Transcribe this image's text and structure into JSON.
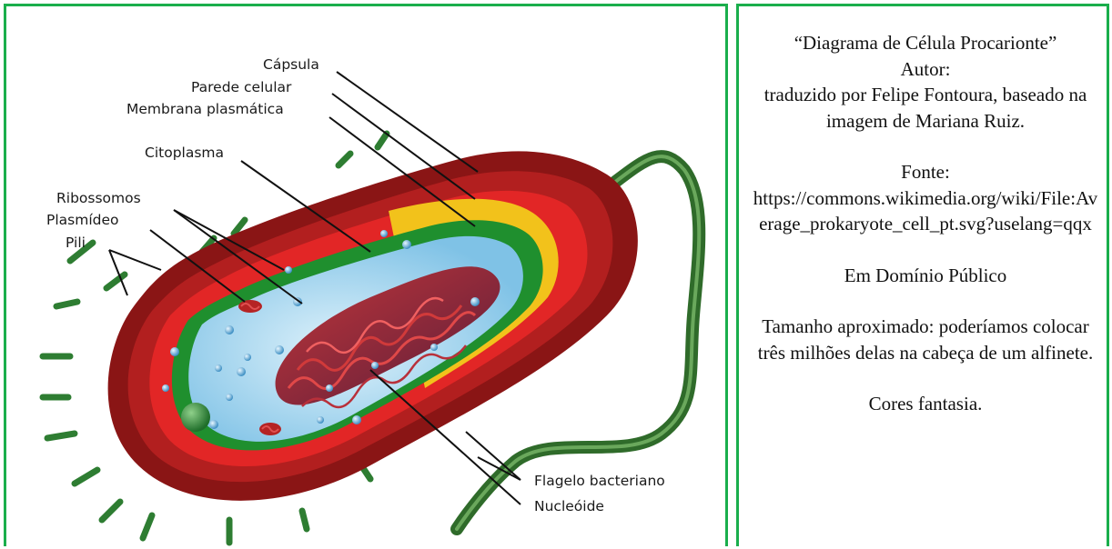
{
  "diagram": {
    "labels": {
      "capsule": "Cápsula",
      "cell_wall": "Parede celular",
      "plasma_membrane": "Membrana plasmática",
      "cytoplasm": "Citoplasma",
      "ribosomes": "Ribossomos",
      "plasmid": "Plasmídeo",
      "pili": "Pili",
      "flagellum": "Flagelo bacteriano",
      "nucleoid": "Nucleóide"
    },
    "colors": {
      "capsule": "#b21f1f",
      "capsule_dark": "#8a1515",
      "cell_wall": "#e22626",
      "membrane_yellow": "#f2c21b",
      "membrane_green": "#1f8f2e",
      "cytoplasm": "#a9d8f0",
      "nucleoid": "#9a1f1f",
      "flagellum": "#2f6b2a",
      "pili": "#2e7d32",
      "frame": "#1aae4c"
    }
  },
  "caption": {
    "title": "“Diagrama de Célula Procarionte”",
    "author_label": "Autor:",
    "author_line": "traduzido por Felipe Fontoura, baseado na imagem de Mariana Ruiz.",
    "source_label": "Fonte:",
    "source_url": "https://commons.wikimedia.org/wiki/File:Average_prokaryote_cell_pt.svg?uselang=qqx",
    "license": "Em Domínio Público",
    "size_note": "Tamanho aproximado: poderíamos colocar três milhões delas na cabeça de um alfinete.",
    "colors_note": "Cores fantasia."
  }
}
